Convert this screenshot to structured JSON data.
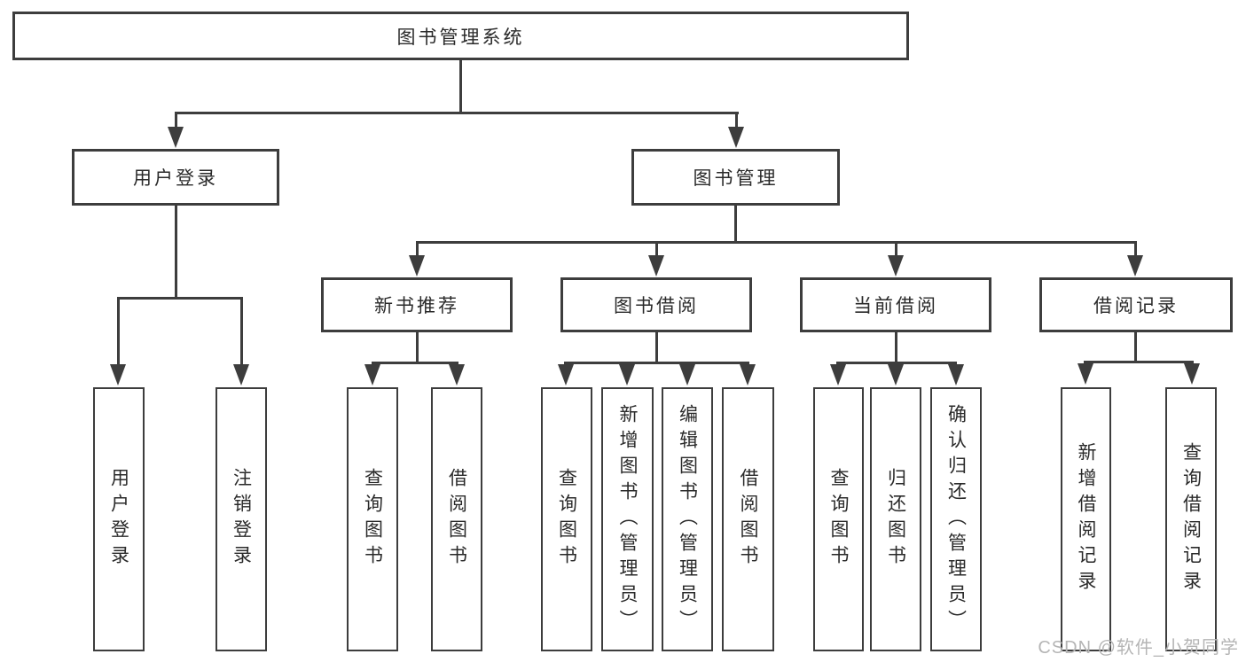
{
  "nodes": {
    "root": "图书管理系统",
    "level2": [
      "用户登录",
      "图书管理"
    ],
    "level3": [
      "新书推荐",
      "图书借阅",
      "当前借阅",
      "借阅记录"
    ],
    "leaves_user_login": [
      "用户登录",
      "注销登录"
    ],
    "leaves_new_book": [
      "查询图书",
      "借阅图书"
    ],
    "leaves_book_borrow": [
      "查询图书",
      "新增图书（管理员）",
      "编辑图书（管理员）",
      "借阅图书"
    ],
    "leaves_current_borrow": [
      "查询图书",
      "归还图书",
      "确认归还（管理员）"
    ],
    "leaves_borrow_record": [
      "新增借阅记录",
      "查询借阅记录"
    ]
  },
  "watermark": "CSDN @软件_小贺同学",
  "colors": {
    "line": "#3d3d3d",
    "text": "#2a2a2a",
    "watermark": "#b5b5b5",
    "background": "#ffffff"
  }
}
